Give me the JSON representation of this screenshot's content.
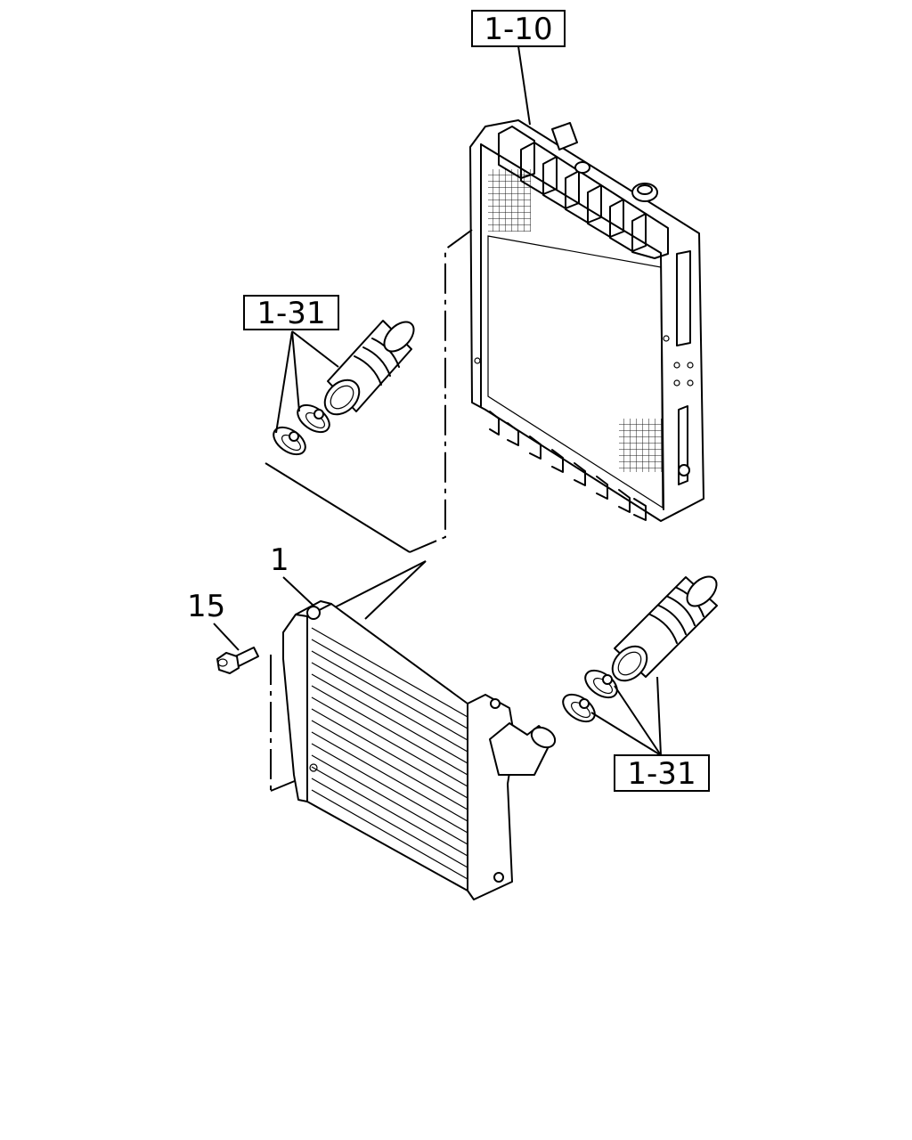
{
  "callouts": {
    "ref_radiator": "1-10",
    "ref_hose_upper": "1-31",
    "ref_hose_lower": "1-31",
    "part_intercooler": "1",
    "part_bolt": "15"
  }
}
